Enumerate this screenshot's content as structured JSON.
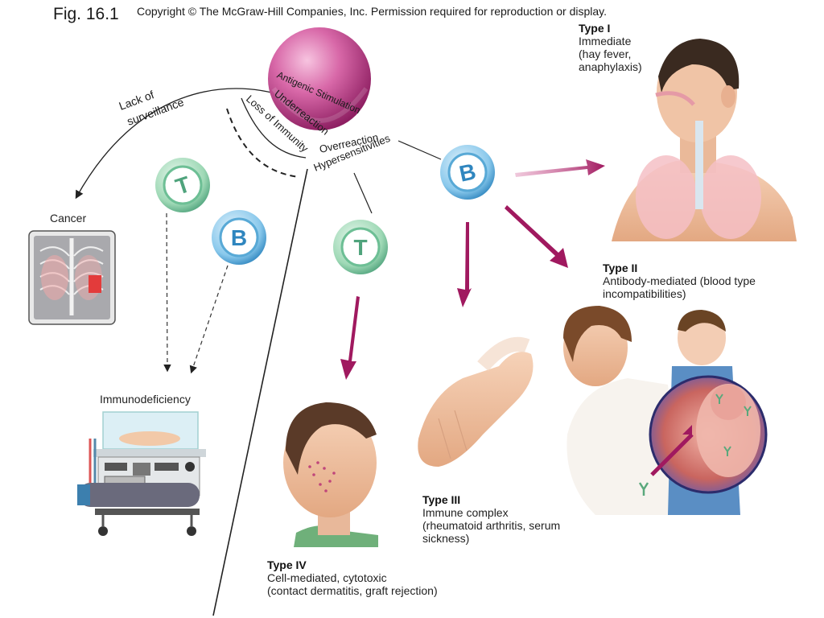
{
  "header": {
    "figure": "Fig. 16.1",
    "copyright": "Copyright © The McGraw-Hill Companies, Inc. Permission required for reproduction or display."
  },
  "center": {
    "label": "Antigenic Stimulation",
    "underreaction": "Underreaction",
    "loss_of_immunity": "Loss of Immunity",
    "overreaction": "Overreaction",
    "hypersensitivities": "Hypersensitivities",
    "lack_of": "Lack of",
    "surveillance": "surveillance"
  },
  "cells": {
    "t": "T",
    "b": "B"
  },
  "outcomes": {
    "cancer": "Cancer",
    "immunodeficiency": "Immunodeficiency"
  },
  "types": {
    "type1": {
      "name": "Type I",
      "line1": "Immediate",
      "line2": "(hay fever,",
      "line3": "anaphylaxis)"
    },
    "type2": {
      "name": "Type II",
      "line1": "Antibody-mediated (blood type",
      "line2": "incompatibilities)"
    },
    "type3": {
      "name": "Type III",
      "line1": "Immune complex",
      "line2": "(rheumatoid arthritis, serum",
      "line3": "sickness)"
    },
    "type4": {
      "name": "Type IV",
      "line1": "Cell-mediated, cytotoxic",
      "line2": "(contact dermatitis, graft rejection)"
    }
  },
  "colors": {
    "sphere": "#c03a8a",
    "t_cell": "#4fa37c",
    "b_cell": "#3a8fc2",
    "arrow": "#a0195f"
  }
}
